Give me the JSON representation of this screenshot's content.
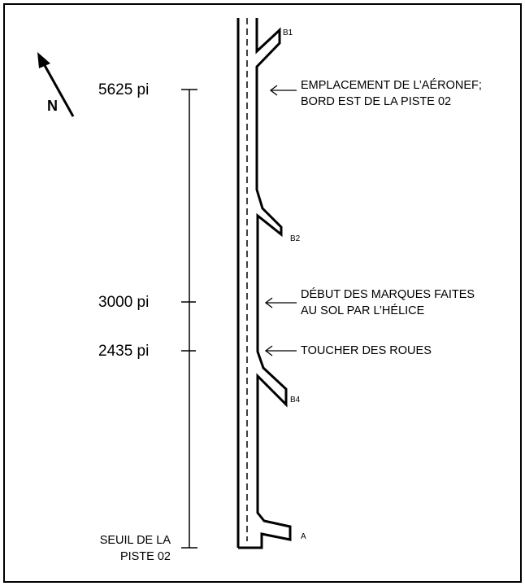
{
  "north_label": "N",
  "scale": {
    "top": "5625 pi",
    "mid1": "3000 pi",
    "mid2": "2435 pi",
    "threshold": [
      "SEUIL DE LA",
      "PISTE 02"
    ]
  },
  "taxiways": {
    "b1": "B1",
    "b2": "B2",
    "b4": "B4",
    "a": "A"
  },
  "annotations": {
    "aircraft": [
      "EMPLACEMENT DE L’AÉRONEF;",
      "BORD EST DE LA PISTE 02"
    ],
    "prop_marks": [
      "DÉBUT DES MARQUES FAITES",
      "AU SOL PAR L’HÉLICE"
    ],
    "touchdown": "TOUCHER DES ROUES"
  }
}
